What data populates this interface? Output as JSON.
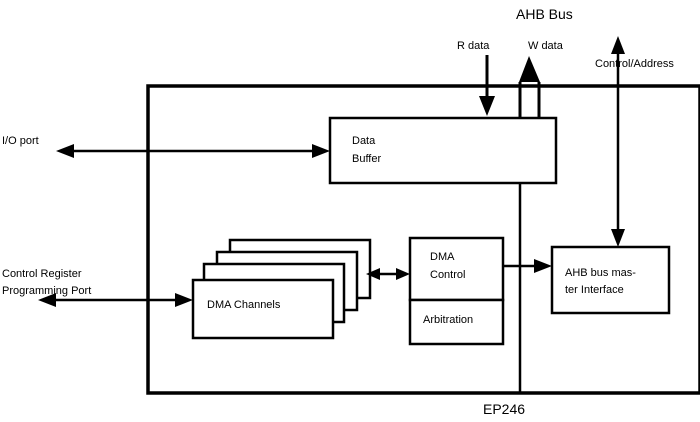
{
  "bus": {
    "title": "AHB Bus",
    "r_data": "R data",
    "w_data": "W data",
    "control_address": "Control/Address"
  },
  "chip": {
    "name": "EP246"
  },
  "ports": {
    "io_port": "I/O port",
    "control_register_line1": "Control Register",
    "control_register_line2": "Programming Port"
  },
  "blocks": {
    "data_buffer_line1": "Data",
    "data_buffer_line2": "Buffer",
    "dma_channels": "DMA Channels",
    "dma_control_line1": "DMA",
    "dma_control_line2": "Control",
    "arbitration": "Arbitration",
    "ahb_master_line1": "AHB bus mas-",
    "ahb_master_line2": "ter Interface"
  }
}
